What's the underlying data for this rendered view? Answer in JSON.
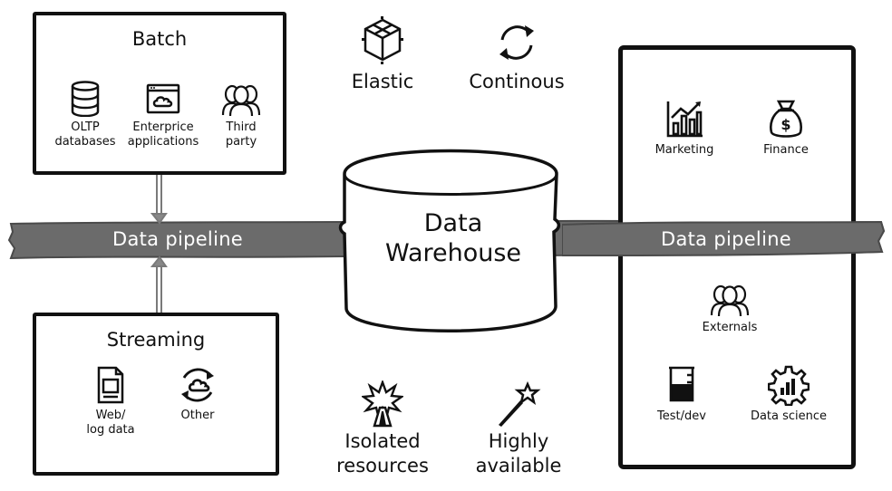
{
  "batch": {
    "title": "Batch",
    "sources": [
      {
        "icon": "database-icon",
        "label": "OLTP\ndatabases"
      },
      {
        "icon": "browser-cloud-icon",
        "label": "Enterprice\napplications"
      },
      {
        "icon": "people-icon",
        "label": "Third\nparty"
      }
    ]
  },
  "streaming": {
    "title": "Streaming",
    "sources": [
      {
        "icon": "document-icon",
        "label": "Web/\nlog data"
      },
      {
        "icon": "cloud-sync-icon",
        "label": "Other"
      }
    ]
  },
  "pipeline": {
    "left_label": "Data pipeline",
    "right_label": "Data pipeline"
  },
  "warehouse": {
    "label": "Data\nWarehouse"
  },
  "features": {
    "top": [
      {
        "icon": "cube-icon",
        "label": "Elastic"
      },
      {
        "icon": "refresh-icon",
        "label": "Continous"
      }
    ],
    "bottom": [
      {
        "icon": "isolated-icon",
        "label": "Isolated\nresources"
      },
      {
        "icon": "magic-wand-icon",
        "label": "Highly\navailable"
      }
    ]
  },
  "consumers": [
    {
      "icon": "bar-chart-icon",
      "label": "Marketing"
    },
    {
      "icon": "money-bag-icon",
      "label": "Finance"
    },
    {
      "icon": "people-icon",
      "label": "Externals"
    },
    {
      "icon": "beaker-icon",
      "label": "Test/dev"
    },
    {
      "icon": "gear-chart-icon",
      "label": "Data science"
    }
  ]
}
